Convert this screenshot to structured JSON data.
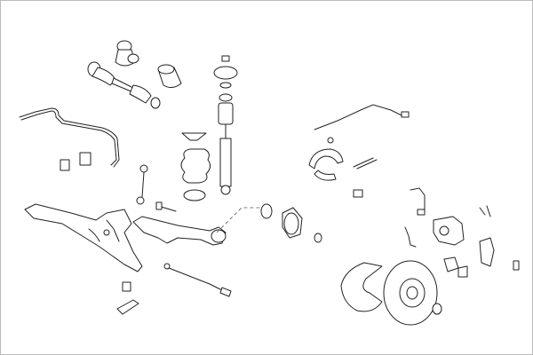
{
  "diagram": {
    "style": "exploded-parts-line-art",
    "colors": {
      "background": "#ffffff",
      "line": "#222222",
      "frame": "#bbbbbb",
      "shade": "#e8e8e8"
    },
    "parts": [
      "drive-shaft",
      "cv-boot",
      "stabilizer-bar",
      "stabilizer-link",
      "shock-absorber",
      "coil-spring-boot",
      "top-mount",
      "subframe",
      "control-arm",
      "wheel-hub",
      "brake-disc",
      "dust-shield",
      "brake-caliper",
      "brake-shoes",
      "brake-cable",
      "abs-sensor",
      "brake-pads",
      "tie-rod",
      "bushing"
    ]
  }
}
